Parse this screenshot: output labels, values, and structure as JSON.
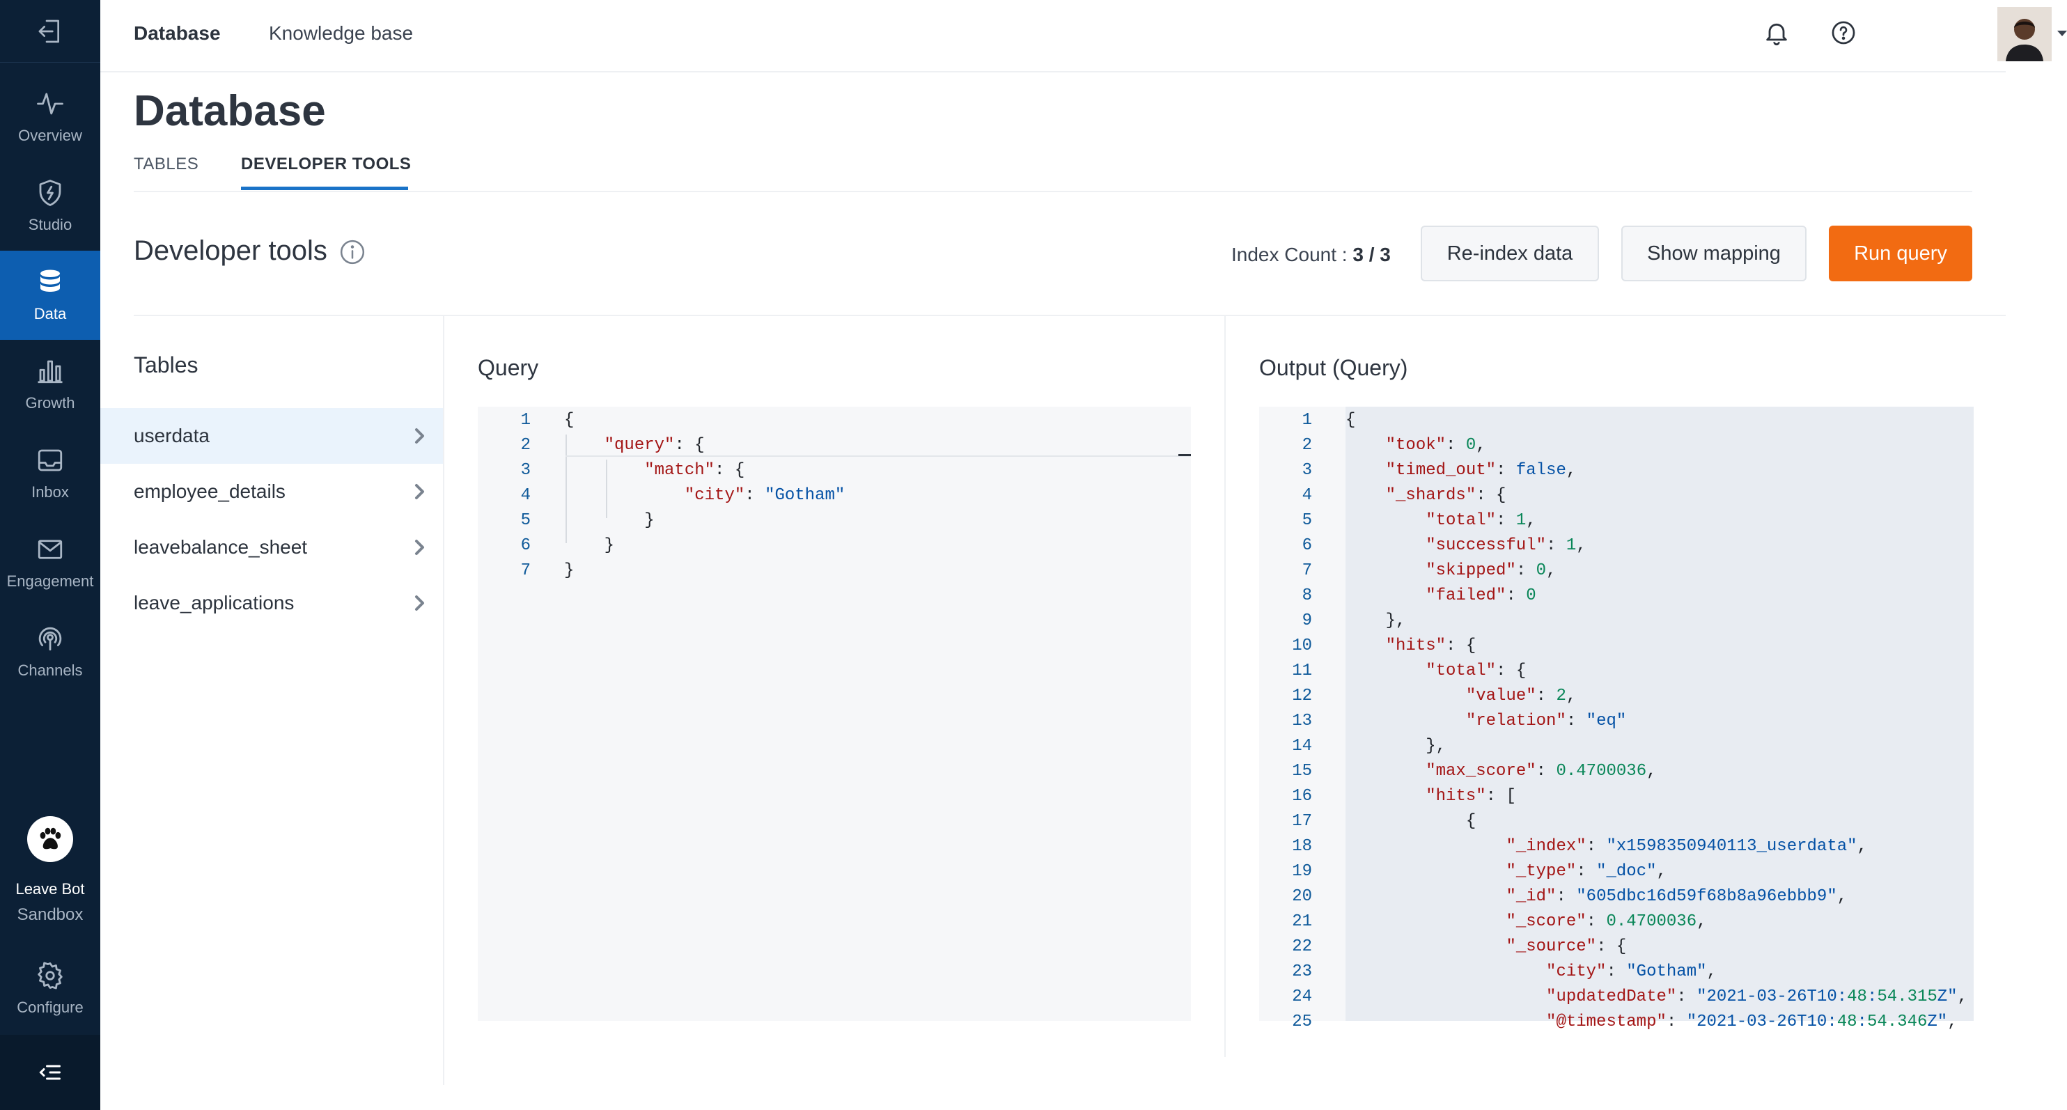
{
  "nav": {
    "items": [
      {
        "label": "Overview",
        "icon": "activity-icon"
      },
      {
        "label": "Studio",
        "icon": "shield-bolt-icon"
      },
      {
        "label": "Data",
        "icon": "database-icon",
        "active": true
      },
      {
        "label": "Growth",
        "icon": "bar-chart-icon"
      },
      {
        "label": "Inbox",
        "icon": "inbox-icon"
      },
      {
        "label": "Engagement",
        "icon": "mail-icon"
      },
      {
        "label": "Channels",
        "icon": "broadcast-icon"
      }
    ],
    "bot_name": "Leave Bot",
    "bot_env": "Sandbox",
    "configure_label": "Configure"
  },
  "header": {
    "links": [
      {
        "label": "Database",
        "active": true
      },
      {
        "label": "Knowledge base",
        "active": false
      }
    ]
  },
  "page": {
    "title": "Database",
    "tabs": [
      {
        "label": "TABLES",
        "active": false
      },
      {
        "label": "DEVELOPER TOOLS",
        "active": true
      }
    ]
  },
  "devtools": {
    "title": "Developer tools",
    "index_count_label": "Index Count : ",
    "index_count_value": "3 / 3",
    "reindex_label": "Re-index data",
    "mapping_label": "Show mapping",
    "run_label": "Run query"
  },
  "tables": {
    "heading": "Tables",
    "items": [
      "userdata",
      "employee_details",
      "leavebalance_sheet",
      "leave_applications"
    ]
  },
  "query": {
    "title": "Query",
    "lines": [
      {
        "n": "1",
        "text": "{"
      },
      {
        "n": "2",
        "text": "    \"query\": {"
      },
      {
        "n": "3",
        "text": "        \"match\": {"
      },
      {
        "n": "4",
        "text": "            \"city\": \"Gotham\""
      },
      {
        "n": "5",
        "text": "        }"
      },
      {
        "n": "6",
        "text": "    }"
      },
      {
        "n": "7",
        "text": "}"
      }
    ]
  },
  "output": {
    "title": "Output (Query)",
    "lines": [
      {
        "n": "1",
        "text": "{"
      },
      {
        "n": "2",
        "text": "    \"took\": 0,"
      },
      {
        "n": "3",
        "text": "    \"timed_out\": false,"
      },
      {
        "n": "4",
        "text": "    \"_shards\": {"
      },
      {
        "n": "5",
        "text": "        \"total\": 1,"
      },
      {
        "n": "6",
        "text": "        \"successful\": 1,"
      },
      {
        "n": "7",
        "text": "        \"skipped\": 0,"
      },
      {
        "n": "8",
        "text": "        \"failed\": 0"
      },
      {
        "n": "9",
        "text": "    },"
      },
      {
        "n": "10",
        "text": "    \"hits\": {"
      },
      {
        "n": "11",
        "text": "        \"total\": {"
      },
      {
        "n": "12",
        "text": "            \"value\": 2,"
      },
      {
        "n": "13",
        "text": "            \"relation\": \"eq\""
      },
      {
        "n": "14",
        "text": "        },"
      },
      {
        "n": "15",
        "text": "        \"max_score\": 0.4700036,"
      },
      {
        "n": "16",
        "text": "        \"hits\": ["
      },
      {
        "n": "17",
        "text": "            {"
      },
      {
        "n": "18",
        "text": "                \"_index\": \"x1598350940113_userdata\","
      },
      {
        "n": "19",
        "text": "                \"_type\": \"_doc\","
      },
      {
        "n": "20",
        "text": "                \"_id\": \"605dbc16d59f68b8a96ebbb9\","
      },
      {
        "n": "21",
        "text": "                \"_score\": 0.4700036,"
      },
      {
        "n": "22",
        "text": "                \"_source\": {"
      },
      {
        "n": "23",
        "text": "                    \"city\": \"Gotham\","
      },
      {
        "n": "24",
        "text": "                    \"updatedDate\": \"2021-03-26T10:48:54.315Z\","
      },
      {
        "n": "25",
        "text": "                    \"@timestamp\": \"2021-03-26T10:48:54.346Z\","
      }
    ]
  }
}
